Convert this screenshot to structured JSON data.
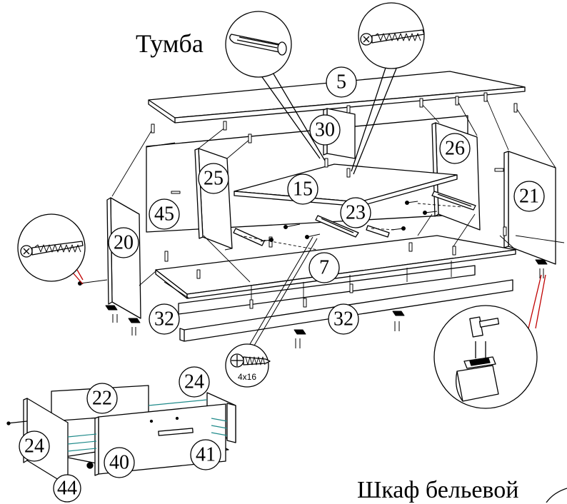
{
  "titles": {
    "cabinet": "Тумба",
    "wardrobe": "Шкаф бельевой"
  },
  "part_labels": {
    "p5": "5",
    "p30": "30",
    "p26": "26",
    "p25": "25",
    "p15": "15",
    "p21": "21",
    "p45": "45",
    "p23": "23",
    "p20": "20",
    "p7": "7",
    "p32a": "32",
    "p32b": "32",
    "p22": "22",
    "p24a": "24",
    "p24b": "24",
    "p40": "40",
    "p41": "41",
    "p44": "44"
  },
  "screw_callout": {
    "size": "4x16"
  }
}
